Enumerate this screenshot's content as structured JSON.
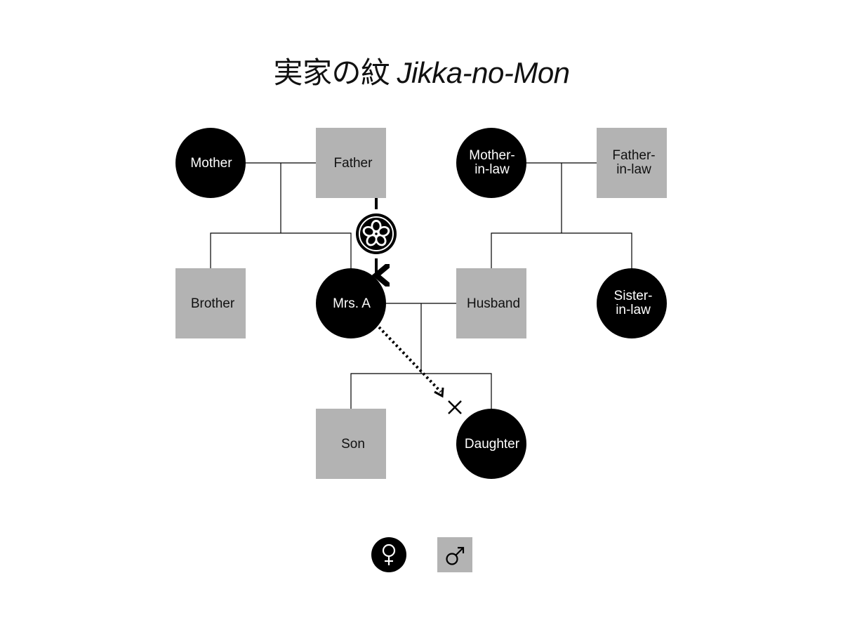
{
  "title": {
    "japanese": "実家の紋",
    "romaji": "Jikka-no-Mon"
  },
  "colors": {
    "female_fill": "#000000",
    "male_fill": "#b3b3b3",
    "line": "#000000"
  },
  "people": {
    "mother": {
      "lines": [
        "Mother"
      ],
      "sex": "female"
    },
    "father": {
      "lines": [
        "Father"
      ],
      "sex": "male"
    },
    "mother_in_law": {
      "lines": [
        "Mother-",
        "in-law"
      ],
      "sex": "female"
    },
    "father_in_law": {
      "lines": [
        "Father-",
        "in-law"
      ],
      "sex": "male"
    },
    "brother": {
      "lines": [
        "Brother"
      ],
      "sex": "male"
    },
    "mrs_a": {
      "lines": [
        "Mrs. A"
      ],
      "sex": "female"
    },
    "husband": {
      "lines": [
        "Husband"
      ],
      "sex": "male"
    },
    "sister_in_law": {
      "lines": [
        "Sister-",
        "in-law"
      ],
      "sex": "female"
    },
    "son": {
      "lines": [
        "Son"
      ],
      "sex": "male"
    },
    "daughter": {
      "lines": [
        "Daughter"
      ],
      "sex": "female"
    }
  },
  "crest": {
    "icon": "family-crest-icon"
  },
  "legend": {
    "female_symbol": "♀",
    "male_symbol": "♂"
  }
}
